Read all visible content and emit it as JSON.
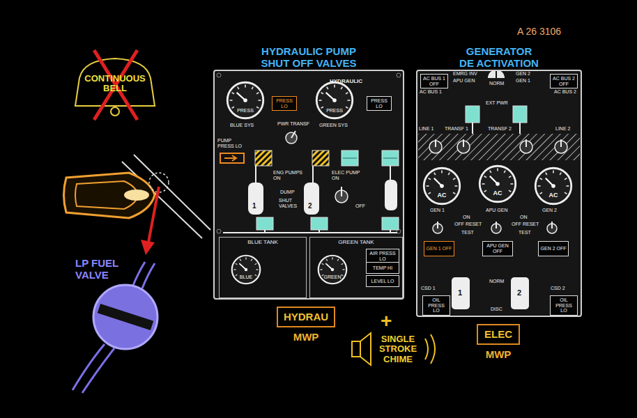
{
  "diagram": {
    "nodes": [
      {
        "text": [
          "HYDRAULIC PUMP SHUT OFF VALVES",
          "HYDRAULIC"
        ]
      },
      {
        "text": [
          "PRESS"
        ],
        "in": 0
      },
      {
        "text": [
          "PRESS LO"
        ],
        "in": 0
      },
      {
        "text": [
          "PRESS"
        ],
        "in": 0
      },
      {
        "text": [
          "PRESS LO"
        ],
        "in": 0
      },
      {
        "text": [
          "BLUE TANK"
        ],
        "in": 0
      },
      {
        "text": [
          "BLUE"
        ],
        "in": 5
      },
      {
        "text": [
          "GREEN TANK"
        ],
        "in": 0
      },
      {
        "text": [
          "GREEN"
        ],
        "in": 7
      },
      {
        "text": [
          "AIR PRESS LO"
        ],
        "in": 7
      },
      {
        "text": [
          "TEMP HI"
        ],
        "in": 7
      },
      {
        "text": [
          "LEVEL LO"
        ],
        "in": 7
      },
      {
        "text": [
          "GENERATOR DE ACTIVATION"
        ]
      },
      {
        "text": [
          "AC BUS 1 OFF"
        ],
        "in": 12
      },
      {
        "text": [
          "AC BUS 2 OFF"
        ],
        "in": 12
      },
      {
        "text": [
          "AC"
        ],
        "in": 12
      },
      {
        "text": [
          "AC"
        ],
        "in": 12
      },
      {
        "text": [
          "AC"
        ],
        "in": 12
      },
      {
        "text": [
          "GEN 1 OFF"
        ],
        "in": 12
      },
      {
        "text": [
          "APU GEN OFF"
        ],
        "in": 12
      },
      {
        "text": [
          "GEN 2 OFF"
        ],
        "in": 12
      },
      {
        "text": [
          "OIL PRESS LO"
        ],
        "in": 12
      },
      {
        "text": [
          "OIL PRESS LO"
        ],
        "in": 12
      },
      {
        "text": [
          "HYDRAU",
          "MWP"
        ]
      },
      {
        "text": [
          "ELEC",
          "MWP"
        ]
      }
    ],
    "labels": [
      "A 26 3106",
      "CONTINUOUS BELL",
      "LP FUEL VALVE",
      "+",
      "SINGLE STROKE CHIME",
      "BLUE SYS",
      "PWR TRANSF",
      "GREEN SYS",
      "PUMP PRESS LO",
      "ENG PUMPS ON",
      "ELEC PUMP ON",
      "1",
      "2",
      "DUMP",
      "SHUT VALVES",
      "OFF",
      "AC BUS 1",
      "AC BUS 2",
      "EMRG INV",
      "APU GEN",
      "NORM",
      "GEN 2",
      "GEN 1",
      "EXT PWR",
      "LINE 1",
      "TRANSF 1",
      "TRANSF 2",
      "LINE 2",
      "GEN 1",
      "APU GEN",
      "GEN 2",
      "ON",
      "OFF RESET",
      "TEST",
      "ON",
      "OFF RESET",
      "TEST",
      "CSD 1",
      "CSD 2",
      "NORM",
      "DISC",
      "1",
      "2"
    ]
  }
}
